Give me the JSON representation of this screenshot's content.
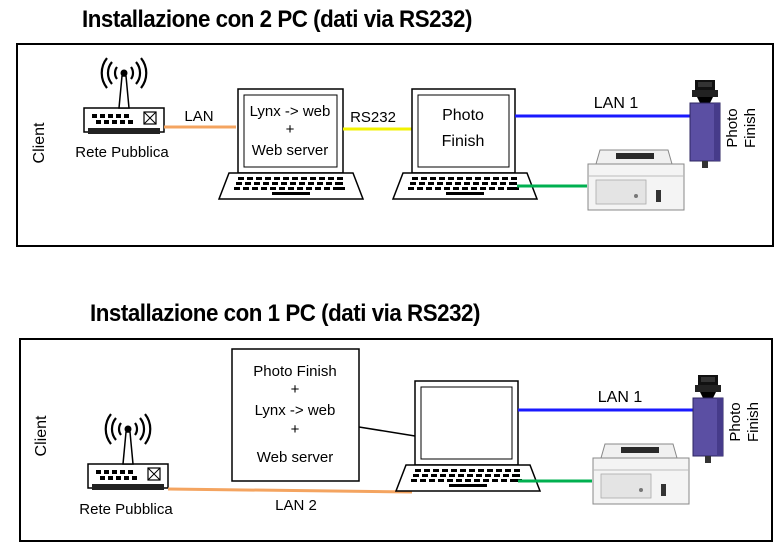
{
  "colors": {
    "lan_orange": "#f4a460",
    "rs232_yellow": "#f2f200",
    "lan_blue": "#1a1aff",
    "printer_green": "#00b050",
    "camera_purple": "#5b4fa3"
  },
  "section1": {
    "title": "Installazione con 2 PC (dati via RS232)",
    "client_label": "Client",
    "router_label": "Rete Pubblica",
    "lan_label": "LAN",
    "pc1_line1": "Lynx -> web",
    "pc1_line2": "+",
    "pc1_line3": "Web server",
    "rs232_label": "RS232",
    "pc2_line1": "Photo",
    "pc2_line2": "Finish",
    "lan1_label": "LAN 1",
    "camera_line1": "Photo",
    "camera_line2": "Finish"
  },
  "section2": {
    "title": "Installazione con 1 PC (dati via RS232)",
    "client_label": "Client",
    "router_label": "Rete Pubblica",
    "box_line1": "Photo Finish",
    "box_line2": "+",
    "box_line3": "Lynx -> web",
    "box_line4": "+",
    "box_line5": "Web server",
    "lan1_label": "LAN 1",
    "lan2_label": "LAN 2",
    "camera_line1": "Photo",
    "camera_line2": "Finish"
  }
}
